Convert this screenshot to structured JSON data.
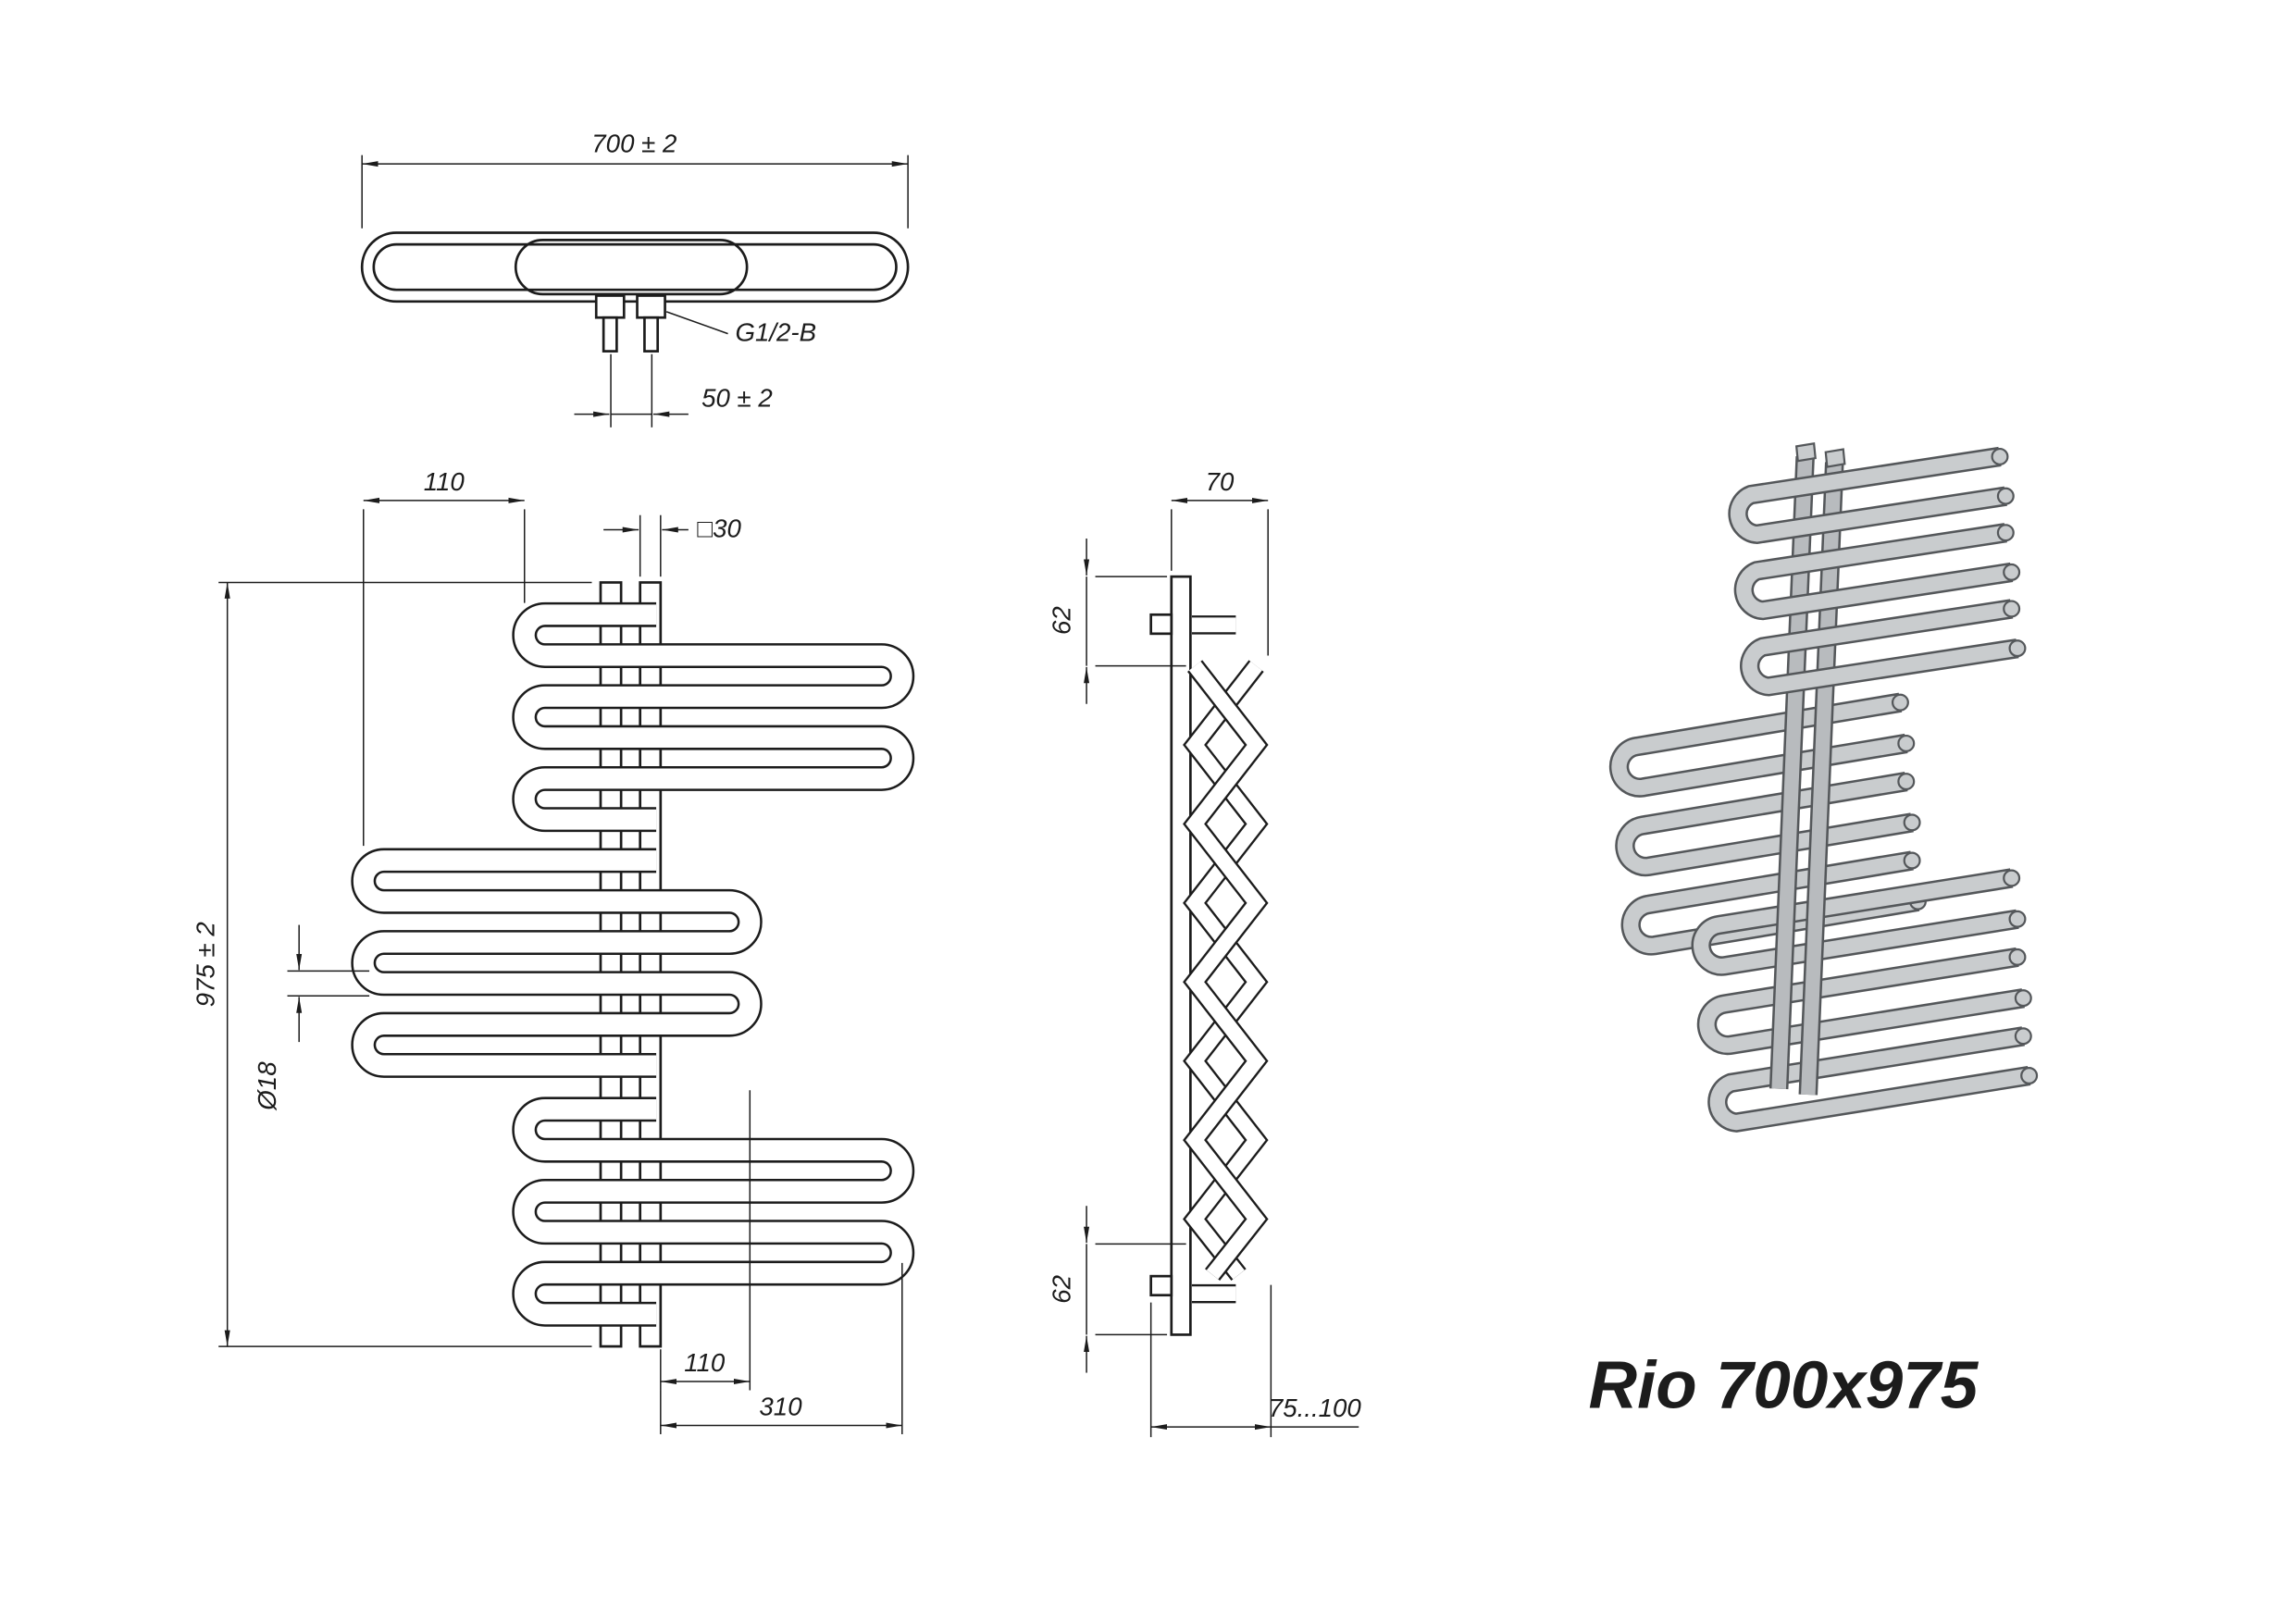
{
  "title": "Rio 700x975",
  "views": {
    "top": {
      "dim_width": "700 ± 2",
      "dim_pitch": "50 ± 2",
      "thread_label": "G1/2-B"
    },
    "front": {
      "dim_offset_top": "110",
      "dim_profile": "□30",
      "dim_height": "975 ± 2",
      "dim_diameter": "Ø18",
      "dim_offset_bottom": "110",
      "dim_reach": "310"
    },
    "side": {
      "dim_depth": "70",
      "dim_top_offset": "62",
      "dim_bottom_offset": "62",
      "dim_wall_clearance": "75...100"
    }
  },
  "colors": {
    "line": "#1c1c1c",
    "background": "#ffffff",
    "tube_fill": "#c9ccce",
    "tube_outline": "#54575a",
    "rail_fill": "#b8bbbe"
  }
}
